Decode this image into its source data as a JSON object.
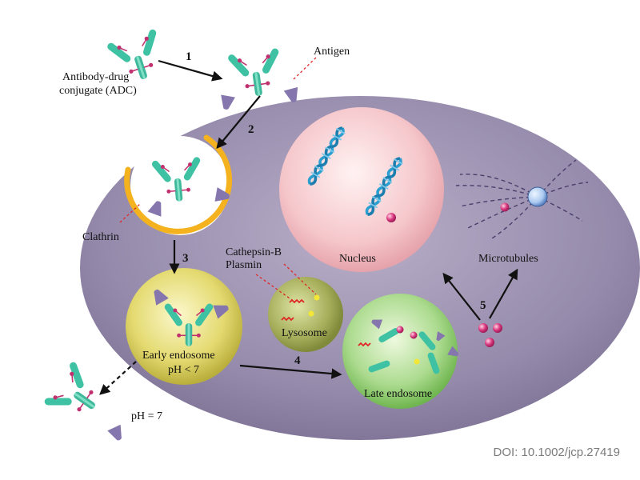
{
  "labels": {
    "adc_line1": "Antibody-drug",
    "adc_line2": "conjugate (ADC)",
    "antigen": "Antigen",
    "clathrin": "Clathrin",
    "cathepsin": "Cathepsin-B",
    "plasmin": "Plasmin",
    "nucleus": "Nucleus",
    "microtubules": "Microtubules",
    "lysosome": "Lysosome",
    "early_endosome": "Early endosome",
    "early_ph": "pH < 7",
    "late_endosome": "Late endosome",
    "ph_outside": "pH = 7",
    "doi": "DOI: 10.1002/jcp.27419"
  },
  "steps": [
    "1",
    "2",
    "3",
    "4",
    "5"
  ],
  "colors": {
    "cell": "#8c82a4",
    "antibody": "#3fc2a4",
    "payload": "#c2316f",
    "antigen": "#8576ae",
    "clathrin": "#f3b21e",
    "nucleus": "#f4c4c8",
    "early_endosome": "#e4da6e",
    "late_endosome": "#a9d98c",
    "lysosome": "#a9b060"
  }
}
